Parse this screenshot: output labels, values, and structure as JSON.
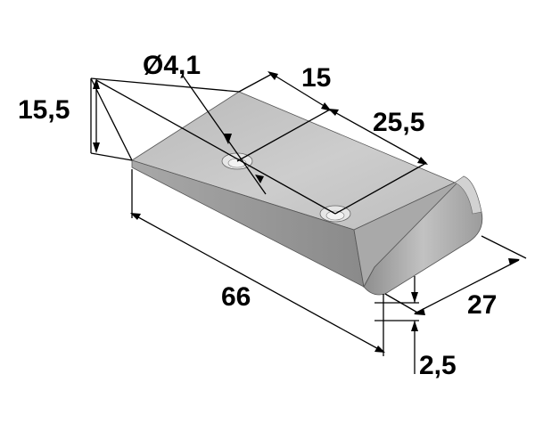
{
  "dimensions": {
    "hole_diameter": "Ø4,1",
    "height": "15,5",
    "hole_offset": "15",
    "hole_spacing": "25,5",
    "length": "66",
    "width": "27",
    "thickness": "2,5"
  },
  "colors": {
    "plate_top": "#c3c3c3",
    "plate_side": "#9a9a9a",
    "tab_face": "#b0b0b0",
    "edge": "#4a4a4a",
    "dimension": "#000000"
  }
}
